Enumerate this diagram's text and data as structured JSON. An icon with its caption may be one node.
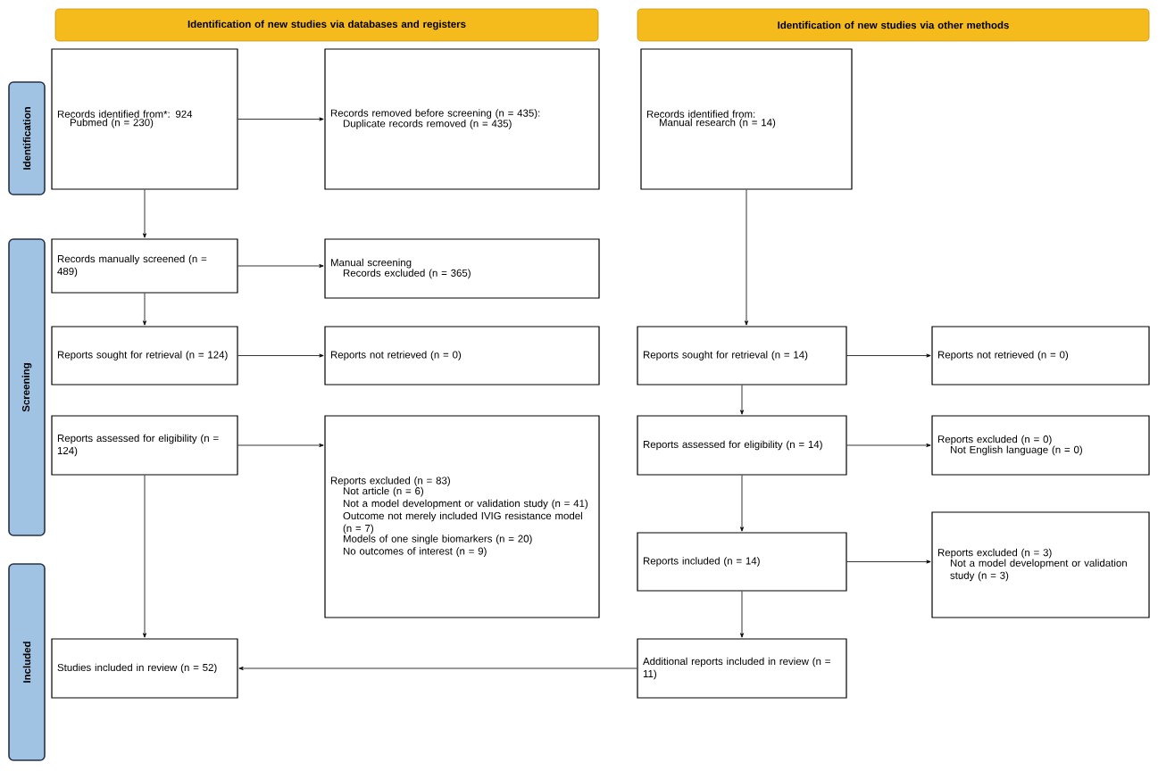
{
  "diagram": {
    "nodes": [
      {
        "text": [
          "Identification of new studies via databases and registers"
        ]
      },
      {
        "text": [
          "Identification of new studies via other methods"
        ]
      },
      {
        "text": [
          "Identification"
        ]
      },
      {
        "text": [
          "Screening"
        ]
      },
      {
        "text": [
          "Included"
        ]
      },
      {
        "text": [
          "Records identified from*: 924",
          "Pubmed (n = 230)"
        ]
      },
      {
        "text": [
          "Records removed before screening (n = 435):",
          "Duplicate records removed (n = 435)"
        ]
      },
      {
        "text": [
          "Records identified from:",
          "Manual research (n = 14)"
        ]
      },
      {
        "text": [
          "Records manually screened (n = 489)"
        ]
      },
      {
        "text": [
          "Manual screening",
          "Records excluded (n = 365)"
        ]
      },
      {
        "text": [
          "Reports sought for retrieval (n = 124)"
        ]
      },
      {
        "text": [
          "Reports not retrieved (n = 0)"
        ]
      },
      {
        "text": [
          "Reports sought for retrieval (n = 14)"
        ]
      },
      {
        "text": [
          "Reports not retrieved (n = 0)"
        ]
      },
      {
        "text": [
          "Reports assessed for eligibility (n = 124)"
        ]
      },
      {
        "text": [
          "Reports excluded (n = 83)",
          "Not article (n = 6)",
          "Not a model development or validation study (n = 41)",
          "Outcome not merely included IVIG resistance model (n = 7)",
          "Models of one single biomarkers (n = 20)",
          "No outcomes of interest (n = 9)"
        ]
      },
      {
        "text": [
          "Reports assessed for eligibility (n = 14)"
        ]
      },
      {
        "text": [
          "Reports excluded (n = 0)",
          "Not English language (n = 0)"
        ]
      },
      {
        "text": [
          "Reports included (n = 14)"
        ]
      },
      {
        "text": [
          "Reports excluded (n = 3)",
          "Not a model development or validation study (n = 3)"
        ]
      },
      {
        "text": [
          "Studies included in review (n = 52)"
        ]
      },
      {
        "text": [
          "Additional reports included in review (n = 11)"
        ]
      }
    ],
    "edges": [
      {
        "from": 5,
        "to": 6,
        "arrow": "to"
      },
      {
        "from": 5,
        "to": 8,
        "arrow": "to"
      },
      {
        "from": 8,
        "to": 9,
        "arrow": "to"
      },
      {
        "from": 8,
        "to": 10,
        "arrow": "to"
      },
      {
        "from": 10,
        "to": 11,
        "arrow": "to"
      },
      {
        "from": 14,
        "to": 15,
        "arrow": "to"
      },
      {
        "from": 14,
        "to": 20,
        "arrow": "to"
      },
      {
        "from": 7,
        "to": 12,
        "arrow": "to"
      },
      {
        "from": 12,
        "to": 13,
        "arrow": "to"
      },
      {
        "from": 12,
        "to": 16,
        "arrow": "to"
      },
      {
        "from": 16,
        "to": 17,
        "arrow": "to"
      },
      {
        "from": 16,
        "to": 18,
        "arrow": "to"
      },
      {
        "from": 18,
        "to": 19,
        "arrow": "to"
      },
      {
        "from": 18,
        "to": 21,
        "arrow": "to"
      },
      {
        "from": 21,
        "to": 20,
        "arrow": "to"
      }
    ]
  }
}
